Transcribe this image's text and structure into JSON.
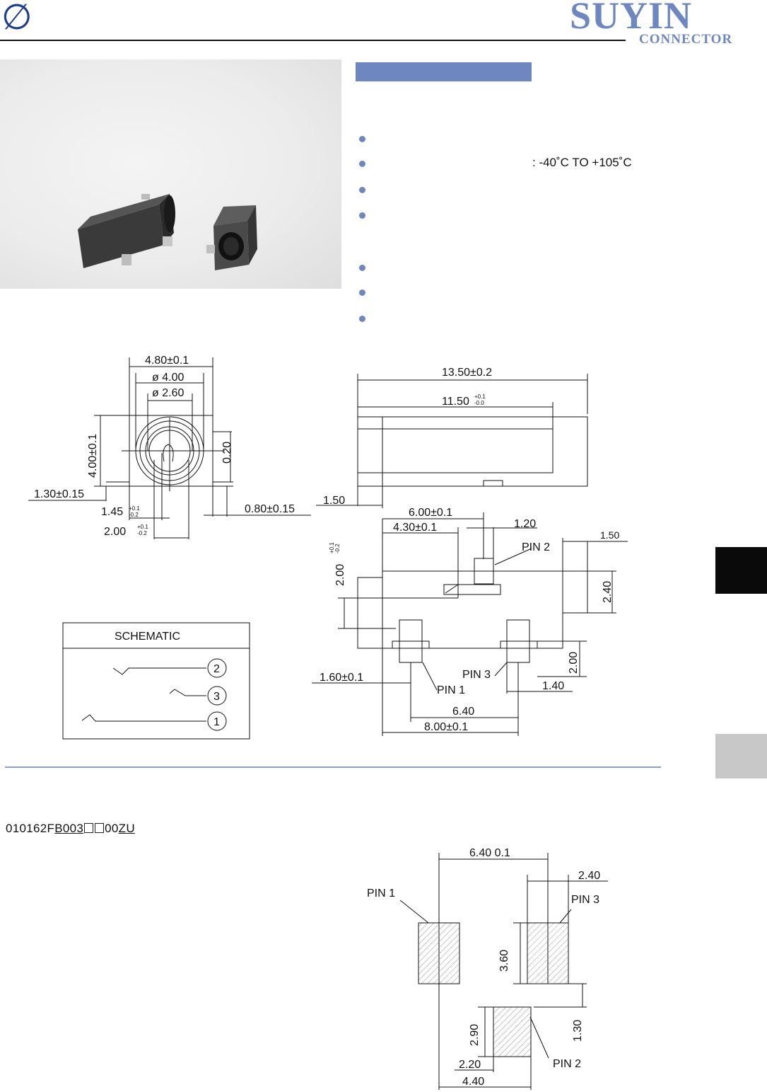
{
  "header": {
    "diameter_symbol": "∅",
    "logo_main": "SUYIN",
    "logo_sub": "CONNECTOR",
    "accent_color": "#6f87c0"
  },
  "spec_bullets": [
    {
      "text": ""
    },
    {
      "text": ": -40˚C  TO +105˚C"
    },
    {
      "text": ""
    },
    {
      "text": ""
    },
    {
      "text": ""
    },
    {
      "text": ""
    },
    {
      "text": ""
    }
  ],
  "front_view": {
    "dim_width": "4.80±0.1",
    "dim_outer_dia": "ø 4.00",
    "dim_inner_dia": "ø 2.60",
    "dim_height": "4.00±0.1",
    "dim_offset": "0.20",
    "dim_left_tab": "1.30±0.15",
    "dim_center": "1.45",
    "dim_center_tol_plus": "+0.1",
    "dim_center_tol_minus": "-0.2",
    "dim_pin": "2.00",
    "dim_pin_tol_plus": "+0.1",
    "dim_pin_tol_minus": "-0.2",
    "dim_right_tab": "0.80±0.15"
  },
  "side_view": {
    "dim_length": "13.50±0.2",
    "dim_body": "11.50",
    "dim_body_tol_plus": "+0.1",
    "dim_body_tol_minus": "-0.0",
    "dim_front": "1.50"
  },
  "top_view": {
    "dim_pin2_pos": "6.00±0.1",
    "dim_pin2_inner": "4.30±0.1",
    "dim_pin2_width": "1.20",
    "label_pin2": "PIN 2",
    "dim_right_gap": "1.50",
    "dim_vertical": "2.00",
    "dim_vertical_tol_plus": "+0.1",
    "dim_vertical_tol_minus": "-0.2",
    "dim_right_height": "2.40",
    "dim_pin_height": "2.00",
    "label_pin3": "PIN 3",
    "dim_pin1_pos": "1.60±0.1",
    "label_pin1": "PIN 1",
    "dim_pin3_width": "1.40",
    "dim_pin_spacing": "6.40",
    "dim_total": "8.00±0.1"
  },
  "schematic": {
    "title": "SCHEMATIC",
    "pins": [
      "2",
      "3",
      "1"
    ]
  },
  "part_number": {
    "prefix": "010162F",
    "c1": "B",
    "c2": "003",
    "c3": "00",
    "c4": "Z",
    "c5": "U"
  },
  "footprint": {
    "dim_spacing": "6.40  0.1",
    "dim_pad_width": "2.40",
    "label_pin1": "PIN 1",
    "label_pin3": "PIN 3",
    "dim_pad_height": "3.60",
    "dim_pin2_height": "2.90",
    "dim_offset": "1.30",
    "dim_pin2_width": "2.20",
    "dim_pin2_pos": "4.40",
    "label_pin2": "PIN 2"
  }
}
